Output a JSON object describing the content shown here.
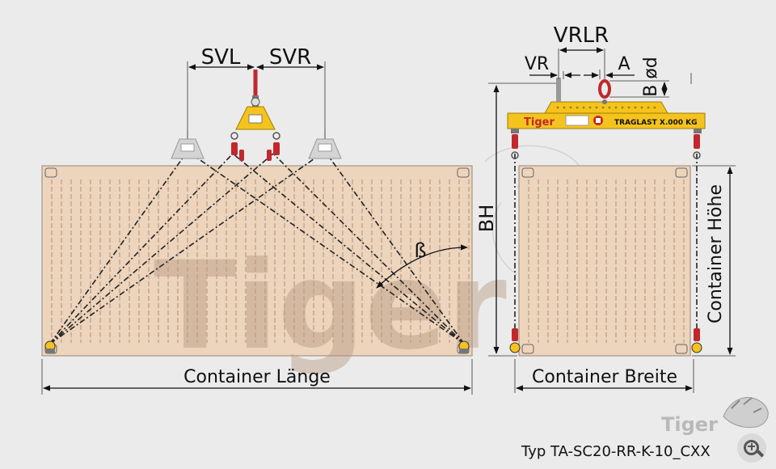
{
  "labels": {
    "svl": "SVL",
    "svr": "SVR",
    "vrlr": "VRLR",
    "vr": "VR",
    "a": "A",
    "bod": "B ød",
    "beta": "ß",
    "bh": "BH",
    "container_laenge": "Container Länge",
    "container_breite": "Container Breite",
    "container_hoehe": "Container Höhe",
    "typ": "Typ TA-SC20-RR-K-10_CXX"
  },
  "beam": {
    "brand": "Tiger",
    "traglast": "TRAGLAST X.000 KG"
  },
  "watermark": {
    "brand": "Tiger",
    "logo_text": "Tiger"
  },
  "icons": {
    "zoom": "zoom-in-icon"
  },
  "colors": {
    "background": "#ebebeb",
    "container": "#ecd4bd",
    "yellow": "#f5c31e",
    "red": "#c0282d",
    "watermark": "#b99a82"
  }
}
